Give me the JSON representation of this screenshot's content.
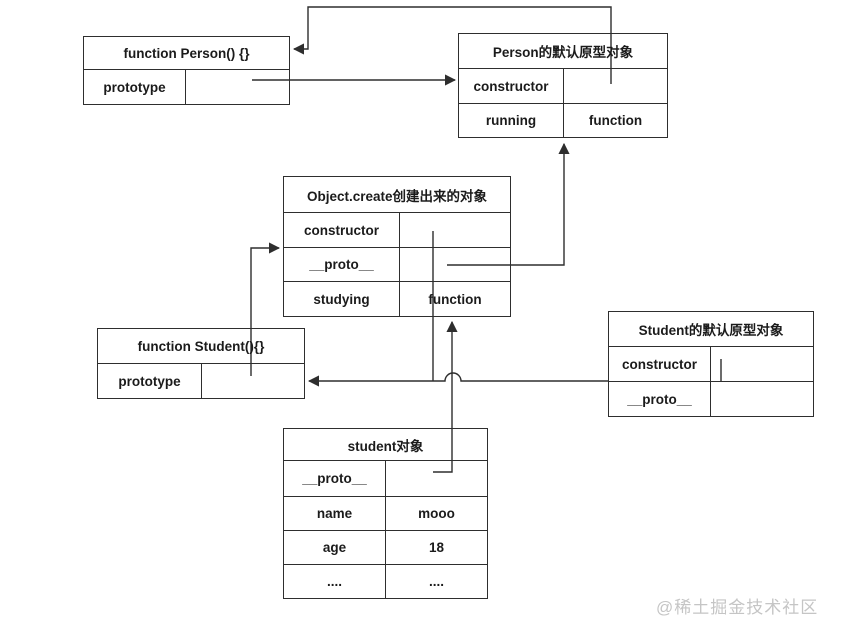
{
  "colors": {
    "line": "#2e2e2e",
    "box_border": "#2e2e2e",
    "text": "#1b1b1b",
    "watermark": "#c5c5c5"
  },
  "watermark": {
    "text": "@稀土掘金技术社区"
  },
  "boxes": [
    {
      "title": "function Person() {}",
      "rows": [
        {
          "label": "prototype",
          "value": ""
        }
      ]
    },
    {
      "title": "Person的默认原型对象",
      "rows": [
        {
          "label": "constructor",
          "value": ""
        },
        {
          "label": "running",
          "value": "function"
        }
      ]
    },
    {
      "title": "Object.create创建出来的对象",
      "rows": [
        {
          "label": "constructor",
          "value": ""
        },
        {
          "label": "__proto__",
          "value": ""
        },
        {
          "label": "studying",
          "value": "function"
        }
      ]
    },
    {
      "title": "function Student(){}",
      "rows": [
        {
          "label": "prototype",
          "value": ""
        }
      ]
    },
    {
      "title": "Student的默认原型对象",
      "rows": [
        {
          "label": "constructor",
          "value": ""
        },
        {
          "label": "__proto__",
          "value": ""
        }
      ]
    },
    {
      "title": "student对象",
      "rows": [
        {
          "label": "__proto__",
          "value": ""
        },
        {
          "label": "name",
          "value": "mooo"
        },
        {
          "label": "age",
          "value": "18"
        },
        {
          "label": "....",
          "value": "...."
        }
      ]
    }
  ]
}
